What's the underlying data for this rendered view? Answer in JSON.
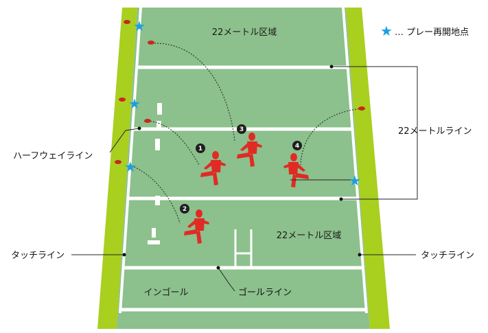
{
  "legend": {
    "symbol": "★",
    "text": "… プレー再開地点"
  },
  "zones": {
    "far_22": "22メートル区域",
    "near_22": "22メートル区域",
    "in_goal": "インゴール"
  },
  "callouts": {
    "line_22": "22メートルライン",
    "halfway": "ハーフウェイライン",
    "touch_left": "タッチライン",
    "touch_right": "タッチライン",
    "goal_line": "ゴールライン"
  },
  "players": [
    {
      "number": "1"
    },
    {
      "number": "2"
    },
    {
      "number": "3"
    },
    {
      "number": "4"
    }
  ],
  "colors": {
    "field": "#8cc08c",
    "line": "#ffffff",
    "border": "#a9cf1f",
    "player": "#e02b25",
    "ball": "#c8281f",
    "restart_star": "#1a9fe0",
    "marker": "#1f1f1f",
    "leader": "#222222",
    "background": "#ffffff"
  }
}
